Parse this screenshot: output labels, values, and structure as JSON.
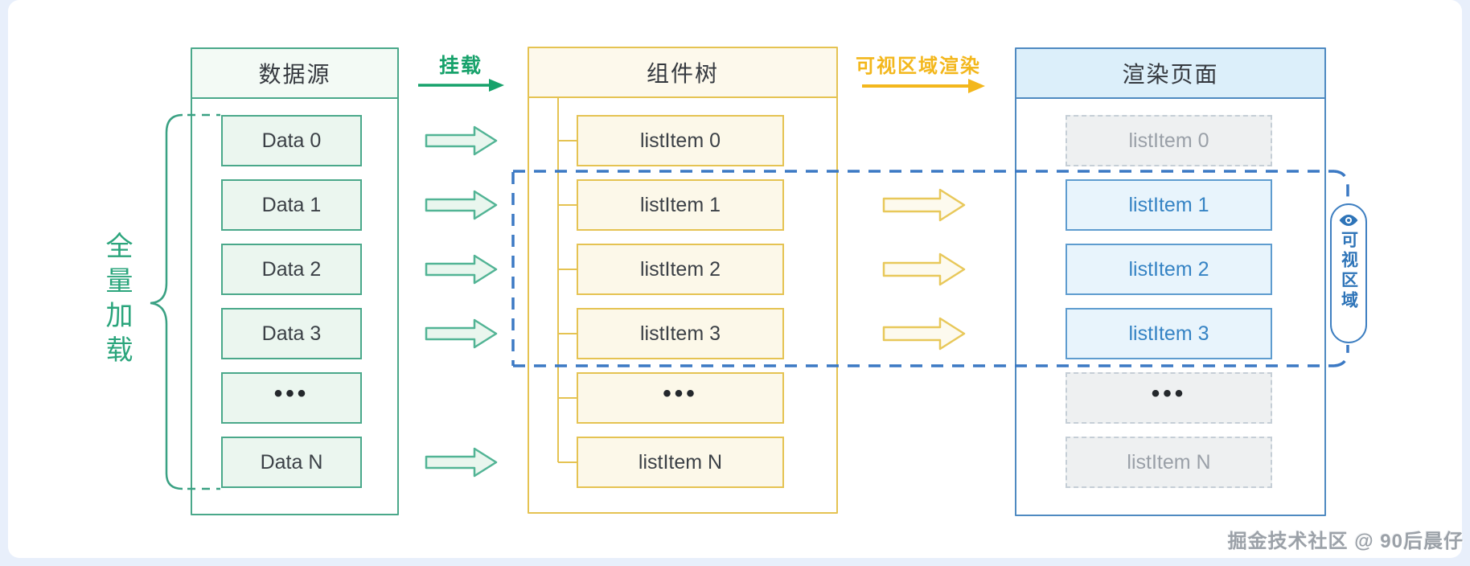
{
  "watermark": "掘金技术社区 @ 90后晨仔",
  "annotations": {
    "full_load_label": "全量加载",
    "mount_label": "挂载",
    "viewport_render_label": "可视区域渲染",
    "viewport_badge_label": "可视区域",
    "viewport_badge_icon": "eye-icon"
  },
  "columns": {
    "data_source": {
      "title": "数据源",
      "items": [
        "Data 0",
        "Data 1",
        "Data 2",
        "Data 3",
        "•••",
        "Data N"
      ]
    },
    "component_tree": {
      "title": "组件树",
      "items": [
        "listItem 0",
        "listItem 1",
        "listItem 2",
        "listItem 3",
        "•••",
        "listItem N"
      ]
    },
    "render_page": {
      "title": "渲染页面",
      "items": [
        {
          "label": "listItem 0",
          "state": "outside-viewport"
        },
        {
          "label": "listItem 1",
          "state": "visible"
        },
        {
          "label": "listItem 2",
          "state": "visible"
        },
        {
          "label": "listItem 3",
          "state": "visible"
        },
        {
          "label": "•••",
          "state": "outside-viewport"
        },
        {
          "label": "listItem N",
          "state": "outside-viewport"
        }
      ]
    }
  },
  "colors": {
    "green_accent": "#17a26b",
    "green_border": "#4aa88a",
    "green_fill": "#ebf6ef",
    "yellow_border": "#e5c352",
    "yellow_accent": "#f3b71c",
    "yellow_fill": "#fcf8e9",
    "blue_border": "#4f8ac1",
    "blue_item_text": "#3583c4",
    "blue_item_fill": "#e8f4fc",
    "viewport_dash": "#3b79c4",
    "inactive_fill": "#eef0f1",
    "inactive_text": "#9aa0a8",
    "page_background": "#e8effb"
  }
}
